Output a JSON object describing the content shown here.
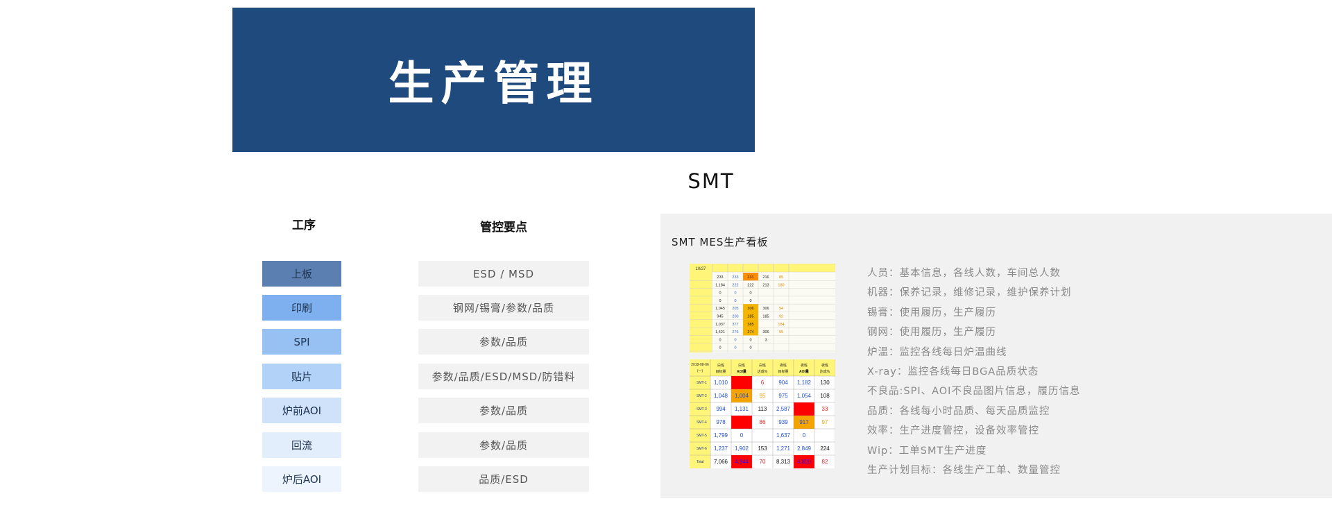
{
  "banner": {
    "title": "生产管理"
  },
  "section": {
    "title": "SMT"
  },
  "columns": {
    "process": "工序",
    "control": "管控要点"
  },
  "rows": [
    {
      "process": "上板",
      "control": "ESD / MSD",
      "color": "#5b7fb0",
      "text_color": "#1f3552"
    },
    {
      "process": "印刷",
      "control": "钢网/锡膏/参数/品质",
      "color": "#7eb0ef",
      "text_color": "#1f3552"
    },
    {
      "process": "SPI",
      "control": "参数/品质",
      "color": "#97c1f3",
      "text_color": "#1f3552"
    },
    {
      "process": "贴片",
      "control": "参数/品质/ESD/MSD/防错料",
      "color": "#b3d2f7",
      "text_color": "#1f3552"
    },
    {
      "process": "炉前AOI",
      "control": "参数/品质",
      "color": "#cfe2fa",
      "text_color": "#1f3552"
    },
    {
      "process": "回流",
      "control": "参数/品质",
      "color": "#e3eefc",
      "text_color": "#1f3552"
    },
    {
      "process": "炉后AOI",
      "control": "品质/ESD",
      "color": "#edf4fd",
      "text_color": "#1f3552"
    }
  ],
  "panel": {
    "title": "SMT MES生产看板",
    "features": [
      "人员：基本信息，各线人数，车间总人数",
      "机器：保养记录，维修记录，维护保养计划",
      "锡膏：使用履历，生产履历",
      "钢网：使用履历，生产履历",
      "炉温：监控各线每日炉温曲线",
      "X-ray：监控各线每日BGA品质状态",
      "不良品:SPI、AOI不良品图片信息，履历信息",
      "品质：各线每小时品质、每天品质监控",
      "效率：生产进度管控，设备效率管控",
      "Wip：工单SMT生产进度",
      "生产计划目标：各线生产工单、数量管控"
    ],
    "dashboard_top": {
      "header": "10/27",
      "rows": [
        [
          "233",
          "233",
          "231",
          "216",
          "85"
        ],
        [
          "1,184",
          "222",
          "222",
          "213",
          "180"
        ],
        [
          "0",
          "0",
          "0",
          "",
          ""
        ],
        [
          "0",
          "0",
          "0",
          "",
          ""
        ],
        [
          "1,045",
          "205",
          "306",
          "306",
          "94"
        ],
        [
          "945",
          "200",
          "185",
          "185",
          "92"
        ],
        [
          "1,037",
          "377",
          "385",
          "",
          "184"
        ],
        [
          "1,421",
          "276",
          "274",
          "306",
          "95"
        ],
        [
          "0",
          "0",
          "0",
          "3",
          ""
        ],
        [
          "0",
          "0",
          "0",
          "",
          ""
        ]
      ]
    },
    "dashboard_bottom": {
      "header_date": "2018-08-06",
      "header_sub": "(一)",
      "columns": [
        "白班\n目标量",
        "白班\nAOI量",
        "白班\n达成%",
        "夜班\n目标量",
        "夜班\nAOI量",
        "夜班\n达成%"
      ],
      "lines": [
        "SMT-1",
        "SMT-2",
        "SMT-3",
        "SMT-4",
        "SMT-5",
        "SMT-6",
        "Total"
      ],
      "rows": [
        [
          "1,010",
          "",
          "6",
          "904",
          "1,182",
          "130"
        ],
        [
          "1,048",
          "1,004",
          "95",
          "975",
          "1,054",
          "108"
        ],
        [
          "994",
          "1,131",
          "113",
          "2,587",
          "",
          "33"
        ],
        [
          "978",
          "",
          "86",
          "939",
          "917",
          "97"
        ],
        [
          "1,799",
          "0",
          "",
          "1,637",
          "0",
          ""
        ],
        [
          "1,237",
          "1,902",
          "153",
          "1,271",
          "2,849",
          "224"
        ],
        [
          "7,066",
          "4,944",
          "70",
          "8,313",
          "4,820",
          "82"
        ]
      ]
    }
  }
}
